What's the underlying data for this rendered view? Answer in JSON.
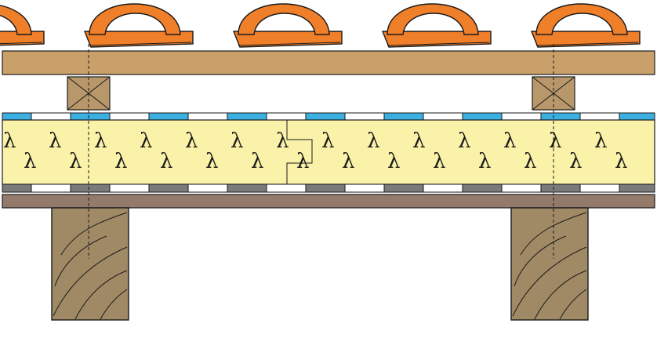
{
  "diagram": {
    "insulation_symbol": "λ",
    "lambda_count": 28,
    "colors": {
      "tile": "#f07f2a",
      "tile_outline": "#1a1a1a",
      "batten": "#c9a06a",
      "counter_batten": "#b8976a",
      "membrane": "#3bb0e0",
      "insulation": "#faf2a8",
      "vapor_strip": "#7a7a7a",
      "deck": "#947a6a",
      "rafter": "#a08a66",
      "line": "#1a1a1a"
    },
    "layers": [
      {
        "name": "roof-tiles"
      },
      {
        "name": "roof-battens"
      },
      {
        "name": "counter-battens"
      },
      {
        "name": "breathable-membrane"
      },
      {
        "name": "thermal-insulation"
      },
      {
        "name": "vapor-control-layer"
      },
      {
        "name": "roof-deck"
      },
      {
        "name": "rafters"
      }
    ]
  }
}
